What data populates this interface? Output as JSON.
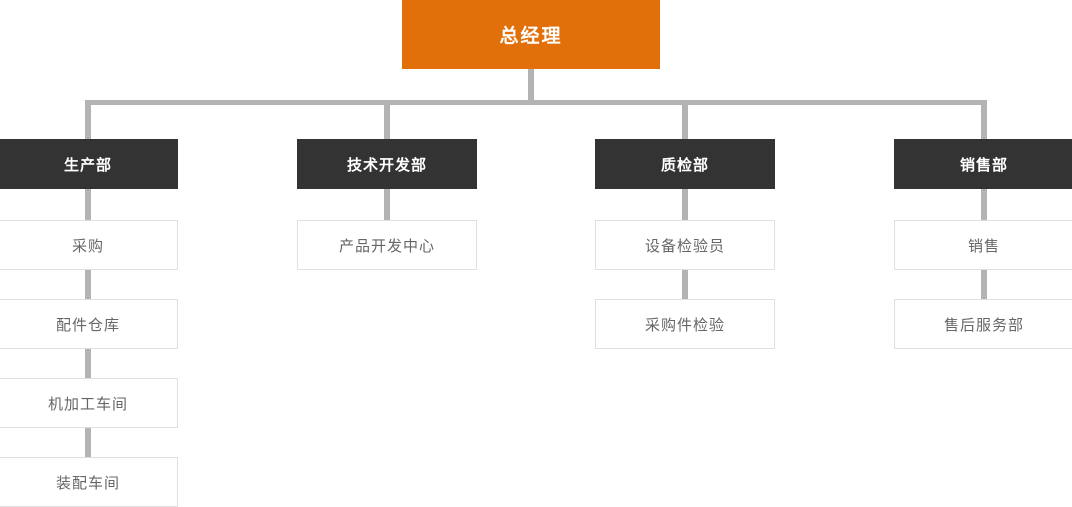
{
  "org": {
    "root": {
      "label": "总经理"
    },
    "branches": [
      {
        "label": "生产部",
        "children": [
          "采购",
          "配件仓库",
          "机加工车间",
          "装配车间"
        ]
      },
      {
        "label": "技术开发部",
        "children": [
          "产品开发中心"
        ]
      },
      {
        "label": "质检部",
        "children": [
          "设备检验员",
          "采购件检验"
        ]
      },
      {
        "label": "销售部",
        "children": [
          "销售",
          "售后服务部"
        ]
      }
    ]
  },
  "colors": {
    "root_bg": "#E2700A",
    "branch_bg": "#333333",
    "connector": "#B3B3B3",
    "child_border": "#E0E0E0",
    "child_text": "#666666",
    "node_text": "#FFFFFF",
    "background": "#FFFFFF"
  }
}
